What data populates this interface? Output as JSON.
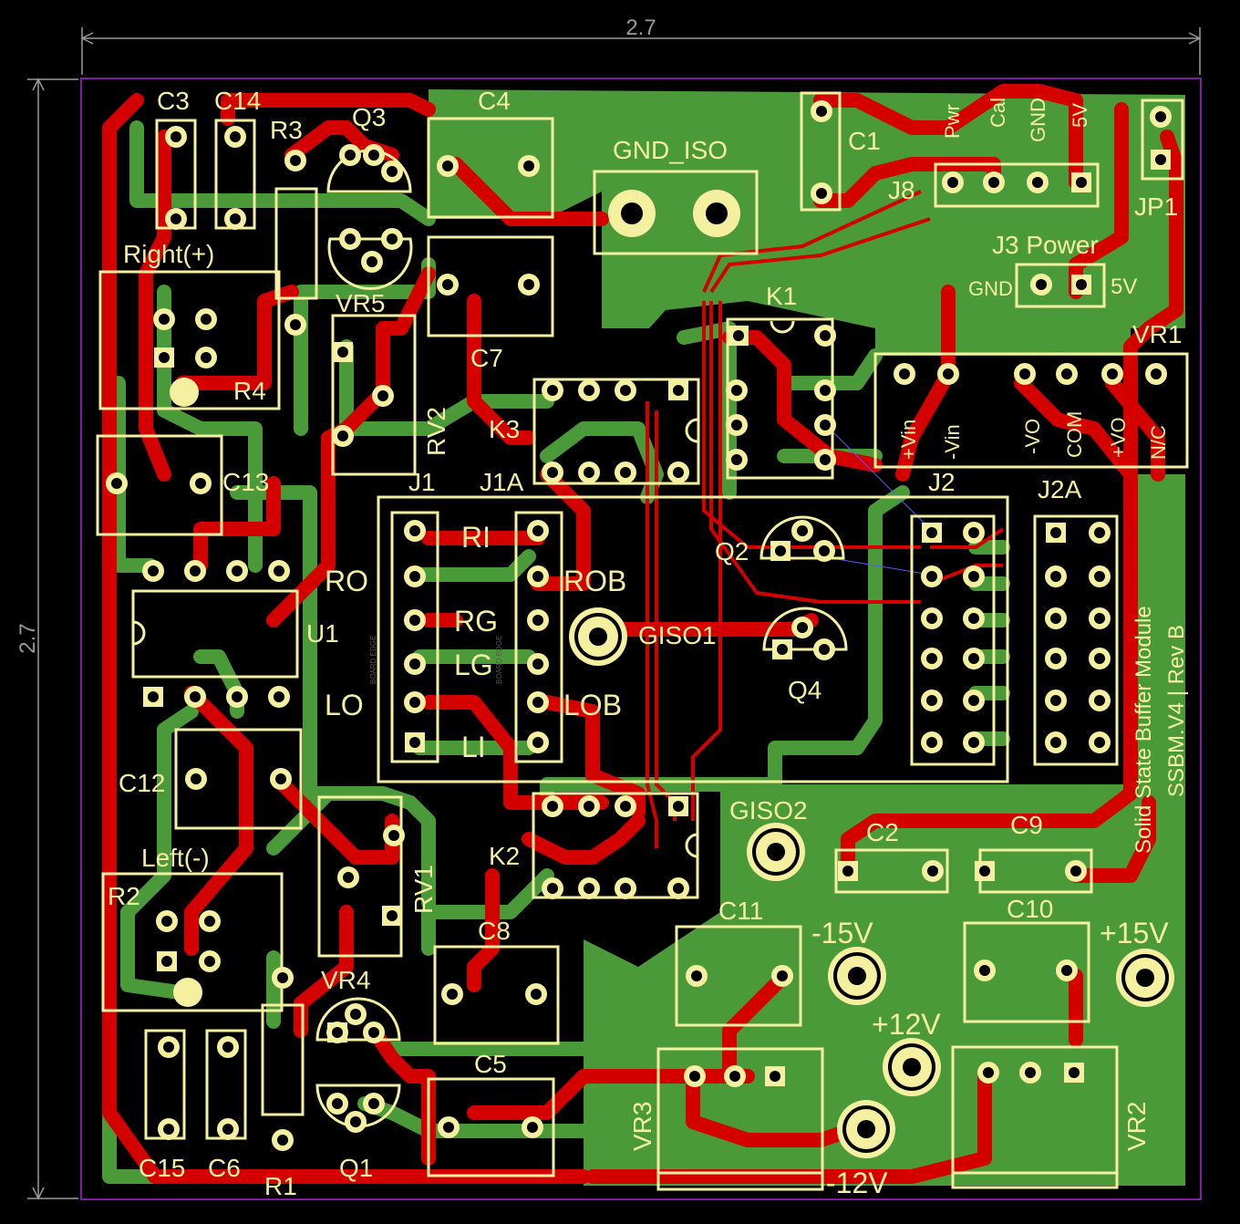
{
  "dimensions": {
    "width_label": "2.7",
    "height_label": "2.7"
  },
  "labels": {
    "c3": "C3",
    "c14": "C14",
    "r3": "R3",
    "q3": "Q3",
    "c4": "C4",
    "gnd_iso": "GND_ISO",
    "c1": "C1",
    "pwr": "Pwr",
    "cal": "Cal",
    "gnd_top": "GND",
    "v5_top": "5V",
    "j8": "J8",
    "jp1": "JP1",
    "right": "Right(+)",
    "j3power": "J3 Power",
    "gnd_j3": "GND",
    "v5_j3": "5V",
    "r4": "R4",
    "vr5": "VR5",
    "k1": "K1",
    "vr1": "VR1",
    "c7": "C7",
    "rv2": "RV2",
    "plus_vin": "+Vin",
    "minus_vin": "-Vin",
    "minus_vo": "-VO",
    "com": "COM",
    "plus_vo": "+VO",
    "nc": "N/C",
    "k3": "K3",
    "c13": "C13",
    "j1": "J1",
    "j1a": "J1A",
    "j2": "J2",
    "j2a": "J2A",
    "ri": "RI",
    "ro": "RO",
    "rob": "ROB",
    "rg": "RG",
    "lg": "LG",
    "giso1": "GISO1",
    "q2": "Q2",
    "q4": "Q4",
    "u1": "U1",
    "lo": "LO",
    "lob": "LOB",
    "li": "LI",
    "board_edge": "BOARD EDGE",
    "module": "Solid State Buffer Module",
    "module_rev": "SSBM.V4 | Rev B",
    "c12": "C12",
    "giso2": "GISO2",
    "c2": "C2",
    "c9": "C9",
    "k2": "K2",
    "left": "Left(-)",
    "rv1": "RV1",
    "r2": "R2",
    "c8": "C8",
    "c11": "C11",
    "c10": "C10",
    "m15v": "-15V",
    "p15v": "+15V",
    "vr4": "VR4",
    "p12v": "+12V",
    "c5": "C5",
    "vr3": "VR3",
    "vr2": "VR2",
    "c15": "C15",
    "c6": "C6",
    "r1": "R1",
    "q1": "Q1",
    "m12v": "-12V"
  },
  "colors": {
    "background": "#000000",
    "board_outline": "#7a1fa0",
    "copper_top": "#d40000",
    "copper_bottom": "#4a9a3a",
    "silkscreen": "#f5f0a0",
    "dimension": "#9a9a9a"
  }
}
